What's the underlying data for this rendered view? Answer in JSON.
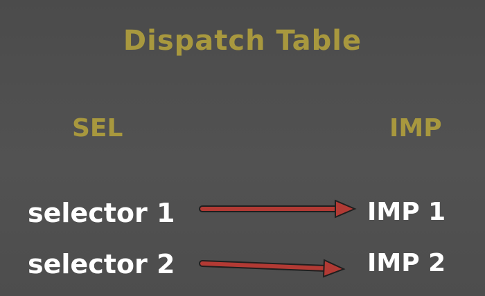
{
  "title": "Dispatch Table",
  "columns": {
    "sel": "SEL",
    "imp": "IMP"
  },
  "rows": [
    {
      "selector": "selector 1",
      "imp": "IMP 1"
    },
    {
      "selector": "selector 2",
      "imp": "IMP 2"
    }
  ],
  "colors": {
    "heading": "#a8983e",
    "text": "#ffffff",
    "arrow": "#b23a34",
    "background": "#4f4f4f"
  }
}
